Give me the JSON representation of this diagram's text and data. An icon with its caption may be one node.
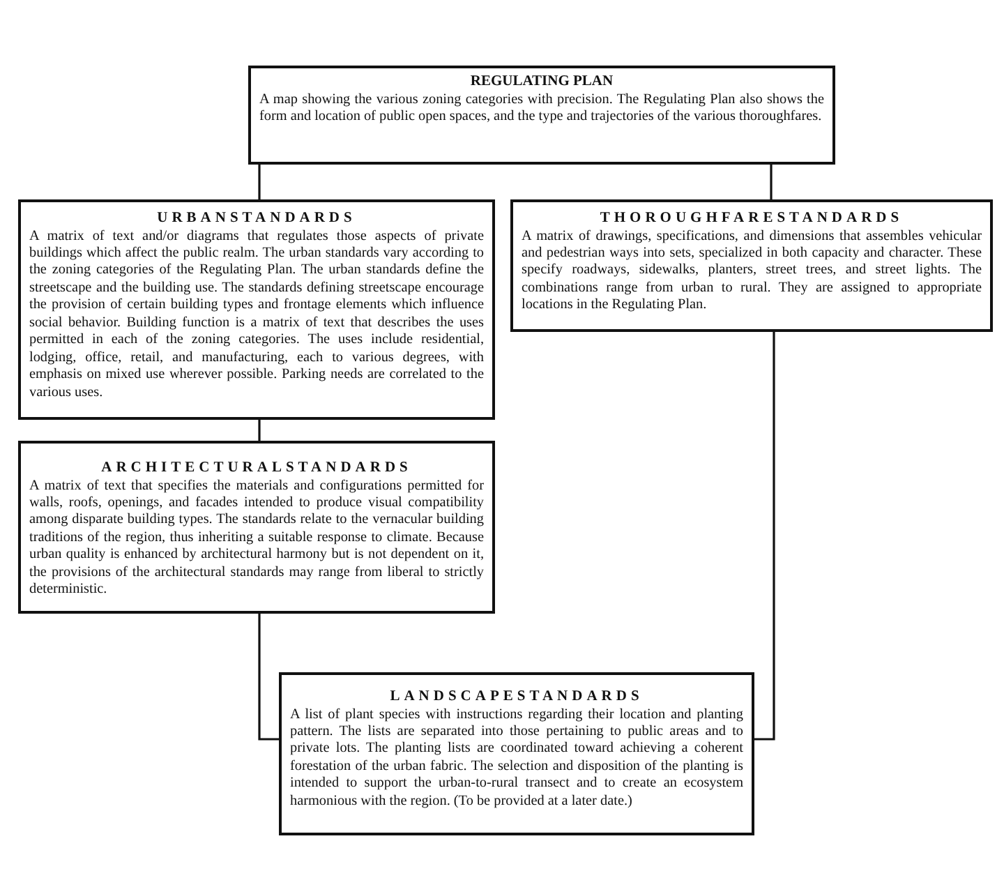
{
  "diagram": {
    "nodes": [
      {
        "text": [
          "REGULATING PLAN",
          "A map showing the various zoning categories with precision. The Regulating Plan also shows the form and location of public open spaces, and the type and trajectories of the various thoroughfares."
        ]
      },
      {
        "text": [
          "URBANSTANDARDS",
          "A matrix of text and/or diagrams that regulates those aspects of private buildings which affect the public realm. The urban standards vary according to the zoning categories of the Regulating Plan. The urban standards define the streetscape and the building use. The standards defining streetscape encourage the provision of certain building types and frontage elements which influence social behavior. Building function is a matrix of text that describes the uses permitted in each of the zoning categories. The uses include residential, lodging, office, retail, and manufacturing, each to various degrees, with emphasis on mixed use wherever possible. Parking needs are correlated to the various uses."
        ]
      },
      {
        "text": [
          "THOROUGHFARESTANDARDS",
          "A matrix of drawings, specifications, and dimensions that assembles vehicular and pedestrian ways into sets, specialized in both capacity and character. These specify roadways, sidewalks, planters, street trees, and street lights. The combinations range from urban to rural. They are assigned to appropriate locations in the Regulating Plan."
        ]
      },
      {
        "text": [
          "ARCHITECTURALSTANDARDS",
          "A matrix of text that specifies the materials and configurations permitted for walls, roofs, openings, and facades intended to produce visual compatibility among disparate building types. The standards relate to the vernacular building traditions of the region, thus inheriting a suitable response to climate. Because urban quality is enhanced by architectural harmony but is not dependent on it, the provisions of the architectural standards may range from liberal to strictly deterministic."
        ]
      },
      {
        "text": [
          "LANDSCAPESTANDARDS",
          "A list of plant species with instructions regarding their location and planting pattern. The lists are separated into those pertaining to public areas and to private lots. The planting lists are coordinated toward achieving a coherent forestation of the urban fabric. The selection and disposition of the planting is intended to support the urban-to-rural transect and to create an ecosystem harmonious with the region. (To be provided at a later date.)"
        ]
      }
    ],
    "edges": [
      {
        "from": 0,
        "to": 1,
        "arrow": "none"
      },
      {
        "from": 0,
        "to": 2,
        "arrow": "none"
      },
      {
        "from": 1,
        "to": 3,
        "arrow": "none"
      },
      {
        "from": 3,
        "to": 4,
        "arrow": "none"
      },
      {
        "from": 2,
        "to": 4,
        "arrow": "none"
      }
    ]
  }
}
